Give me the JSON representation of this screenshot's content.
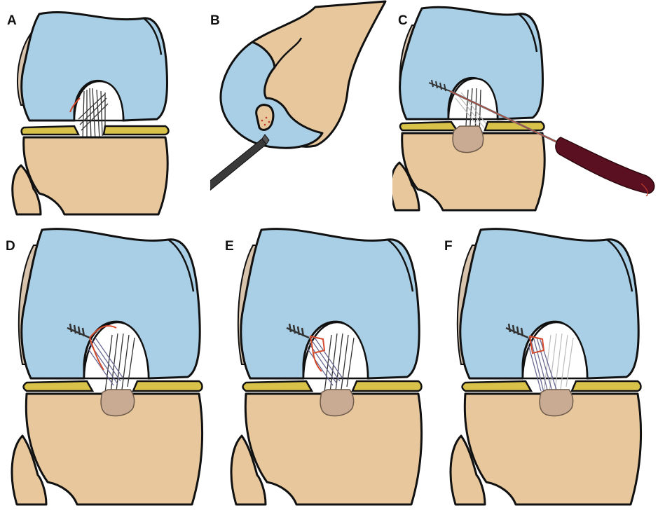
{
  "figure": {
    "panels": [
      {
        "id": "A",
        "label": "A"
      },
      {
        "id": "B",
        "label": "B"
      },
      {
        "id": "C",
        "label": "C"
      },
      {
        "id": "D",
        "label": "D"
      },
      {
        "id": "E",
        "label": "E"
      },
      {
        "id": "F",
        "label": "F"
      }
    ]
  },
  "colors": {
    "femur": "#a9cfe6",
    "tibia": "#e7c79b",
    "meniscus": "#d8c24a",
    "ligament": "#333333",
    "augmented_graft": "#6a6a95",
    "suture": "#d64b2c",
    "screwdriver_handle": "#5a1020",
    "probe": "#3a3a3a"
  }
}
